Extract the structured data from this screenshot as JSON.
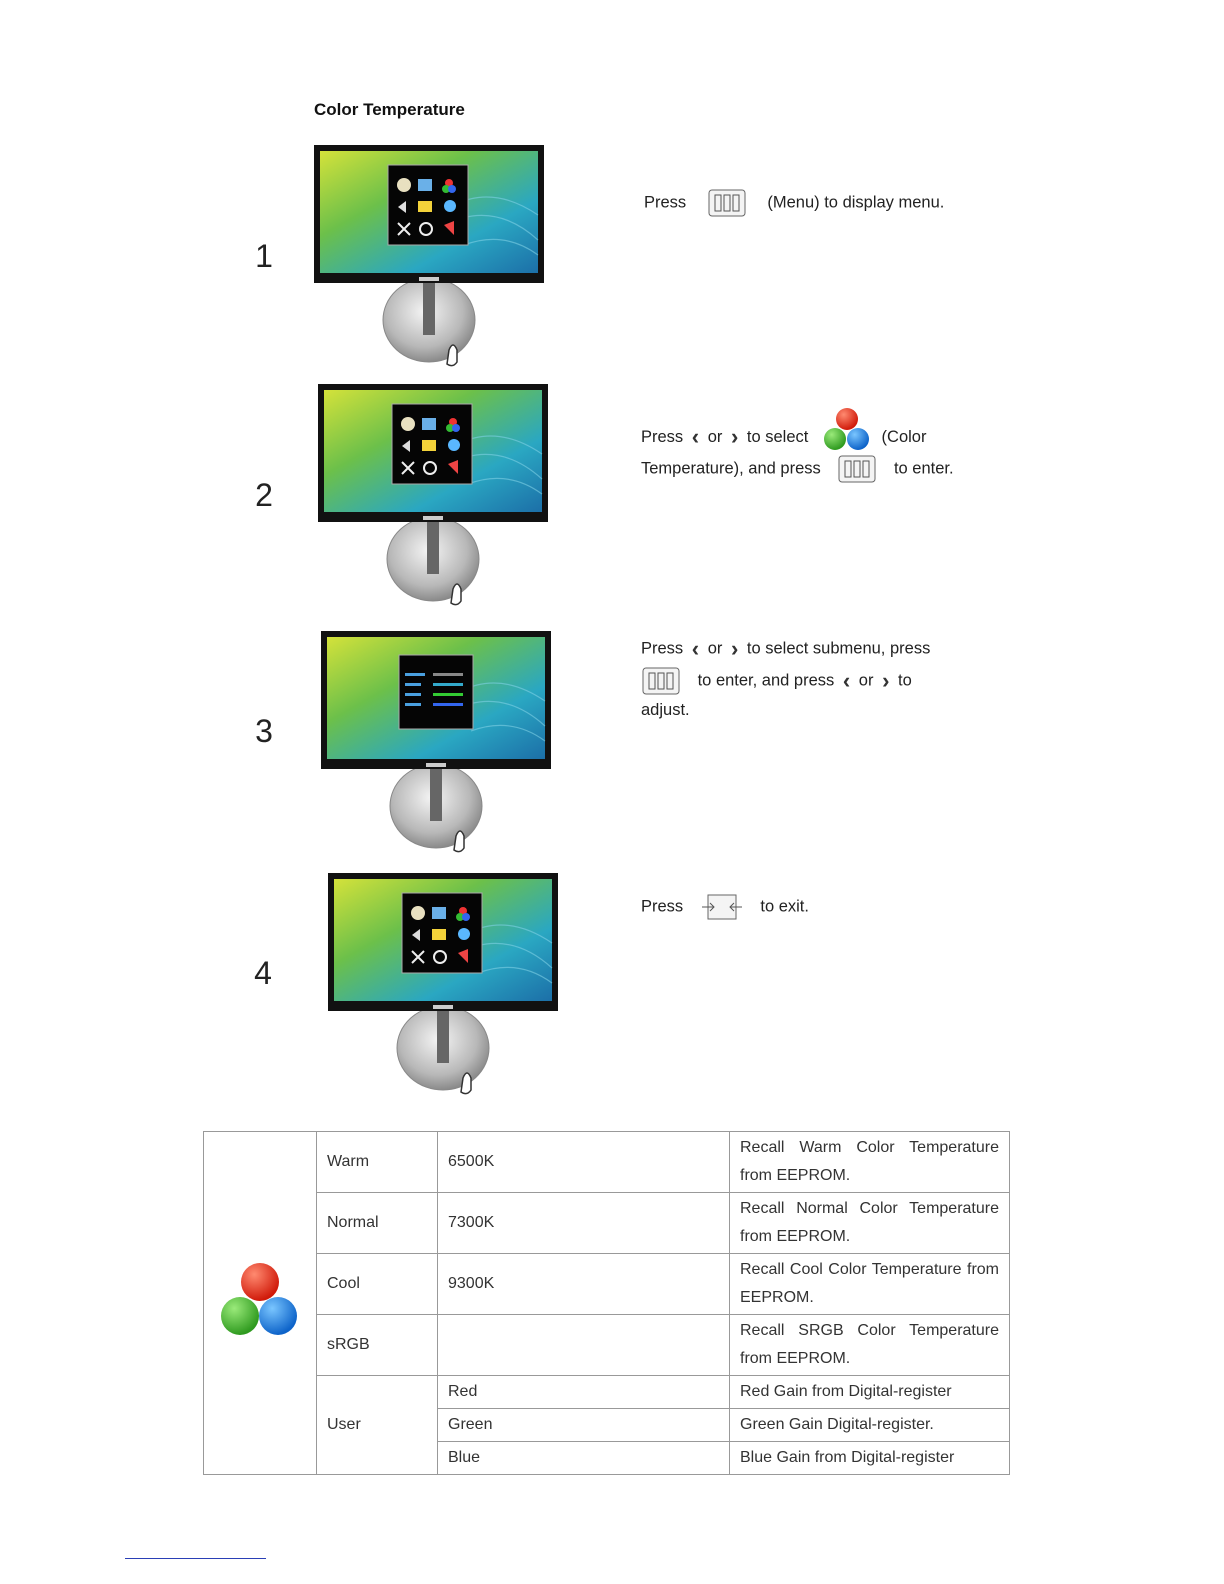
{
  "section_title": "Color Temperature",
  "steps": [
    {
      "number": "1",
      "parts": {
        "press": "Press",
        "text": "(Menu) to display menu."
      }
    },
    {
      "number": "2",
      "parts": {
        "press": "Press",
        "or": "or",
        "to_select": "to select",
        "color_label": "(Color",
        "line2": "Temperature), and press",
        "to_enter": "to enter."
      }
    },
    {
      "number": "3",
      "parts": {
        "press": "Press",
        "or": "or",
        "to_select_submenu": "to select submenu, press",
        "to_enter_and_press": "to enter, and press",
        "or2": "or",
        "to": "to",
        "adjust": "adjust."
      }
    },
    {
      "number": "4",
      "parts": {
        "press": "Press",
        "to_exit": "to exit."
      }
    }
  ],
  "table": {
    "rows": [
      {
        "name": "Warm",
        "value": "6500K",
        "desc": "Recall Warm Color Temperature from EEPROM."
      },
      {
        "name": "Normal",
        "value": "7300K",
        "desc": "Recall Normal Color Temperature from EEPROM."
      },
      {
        "name": "Cool",
        "value": "9300K",
        "desc": "Recall Cool Color Temperature from EEPROM."
      },
      {
        "name": "sRGB",
        "value": "",
        "desc": "Recall SRGB Color Temperature from EEPROM."
      }
    ],
    "user": {
      "name": "User",
      "sub": [
        {
          "value": "Red",
          "desc": "Red Gain from Digital-register"
        },
        {
          "value": "Green",
          "desc": "Green Gain Digital-register."
        },
        {
          "value": "Blue",
          "desc": "Blue Gain from Digital-register"
        }
      ]
    }
  },
  "icons": {
    "menu_button": "menu-button-icon",
    "color_temperature": "color-temperature-icon",
    "exit_button": "exit-button-icon",
    "left_arrow": "chevron-left-icon",
    "right_arrow": "chevron-right-icon"
  },
  "chevrons": {
    "left": "‹",
    "right": "›"
  }
}
